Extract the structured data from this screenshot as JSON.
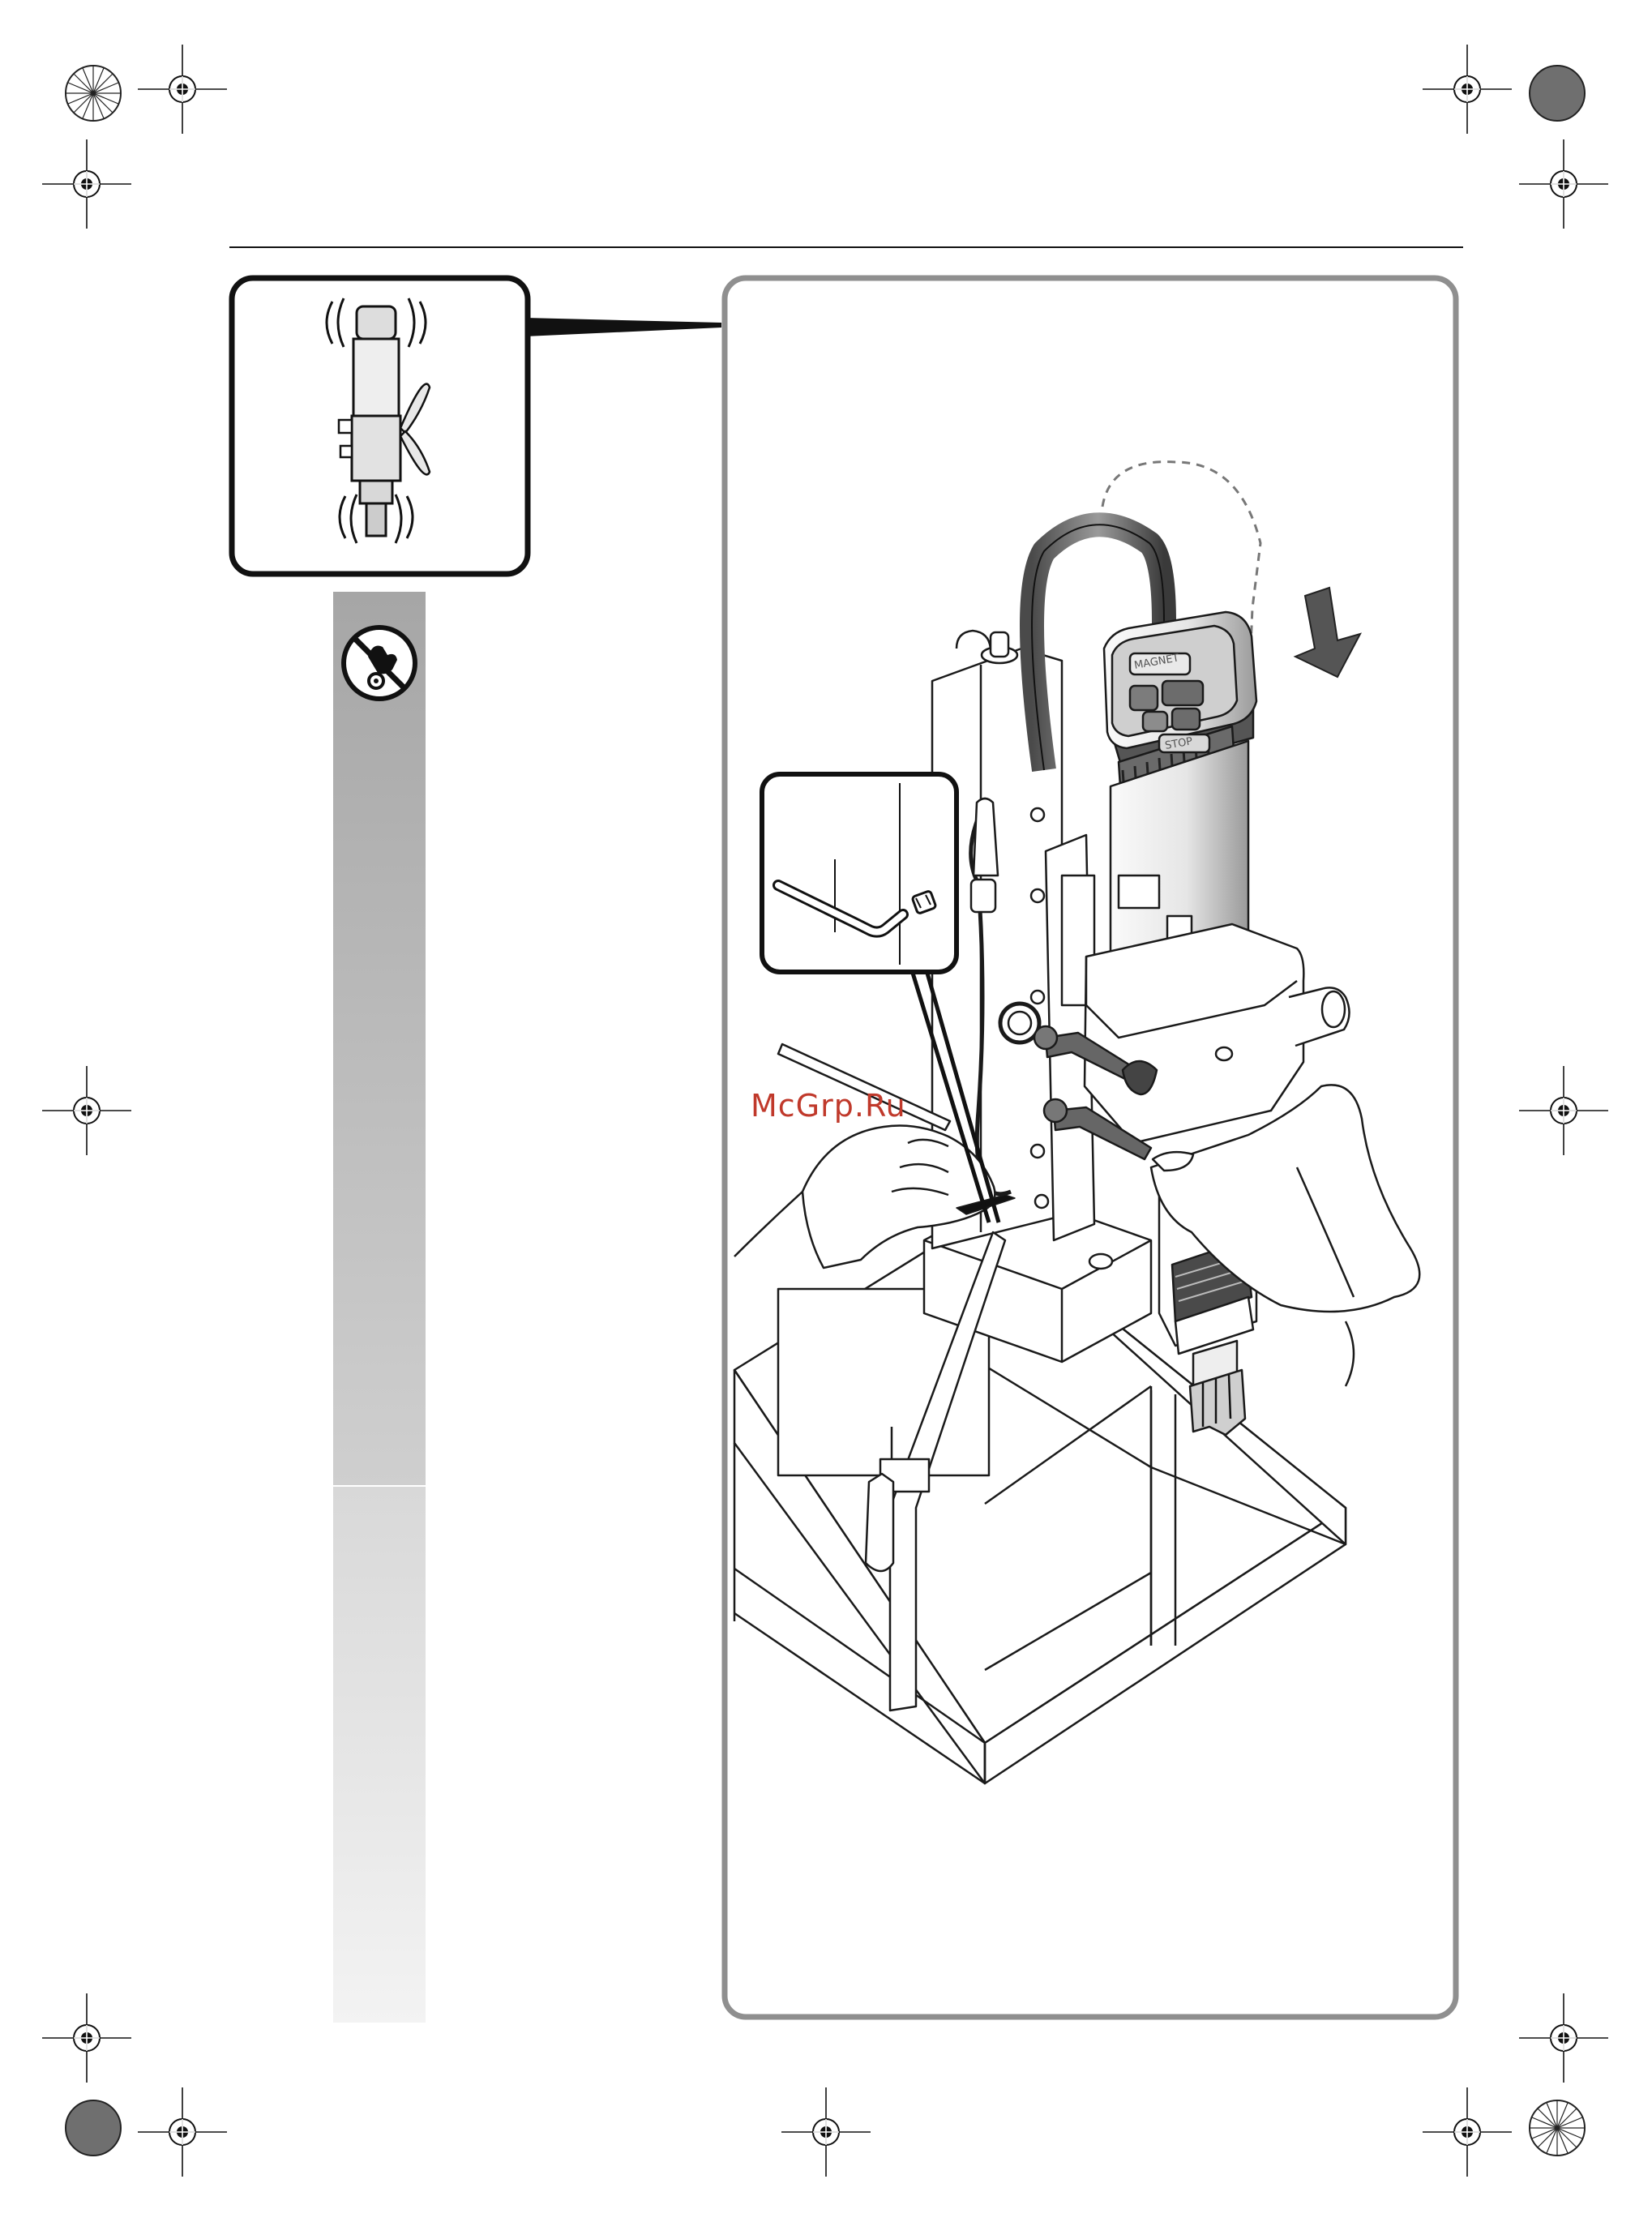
{
  "watermark": {
    "text": "McGrp.Ru"
  },
  "control_panel": {
    "magnet_label": "MAGNET",
    "stop_label": "STOP"
  },
  "icons": {
    "no_touch": "no-touch-rotating-part-icon",
    "down_arrow": "arrow-down-icon",
    "registration_mark": "registration-mark-icon"
  },
  "colors": {
    "frame": "#8f8f8f",
    "line": "#1a1a1a",
    "sidebar_top": "#a9a9a9",
    "sidebar_bottom": "#f2f2f2"
  }
}
